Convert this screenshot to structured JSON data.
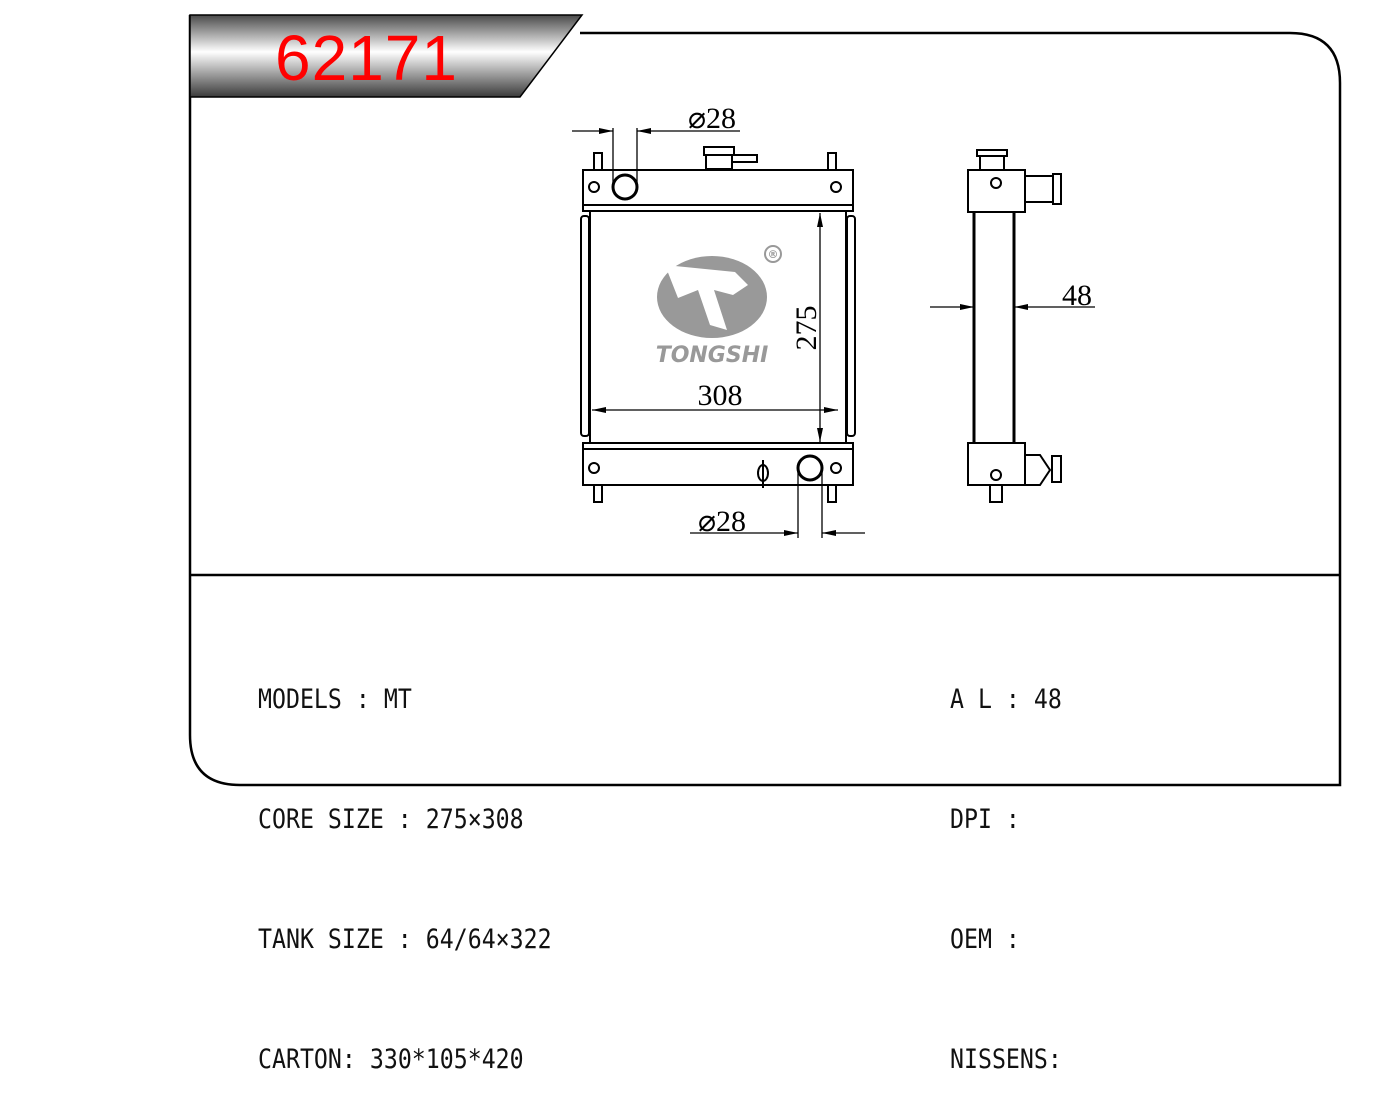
{
  "part_number": "62171",
  "drawing": {
    "inlet_diameter_label": "⌀28",
    "outlet_diameter_label": "⌀28",
    "core_height_label": "275",
    "core_width_label": "308",
    "thickness_label": "48",
    "brand": "TONGSHI",
    "registered_mark": "®"
  },
  "specs_left": [
    {
      "label": "MODELS",
      "sep": " : ",
      "value": "MT"
    },
    {
      "label": "CORE SIZE",
      "sep": " : ",
      "value": "275×308"
    },
    {
      "label": "TANK SIZE",
      "sep": " : ",
      "value": "64/64×322"
    },
    {
      "label": "CARTON",
      "sep": ": ",
      "value": "330*105*420"
    }
  ],
  "specs_right": [
    {
      "label": "A L",
      "sep": " : ",
      "value": "48"
    },
    {
      "label": "DPI",
      "sep": " : ",
      "value": ""
    },
    {
      "label": "OEM",
      "sep": " : ",
      "value": ""
    },
    {
      "label": "NISSENS",
      "sep": ":",
      "value": ""
    }
  ],
  "colors": {
    "title": "#ff0000",
    "logo": "#999999"
  }
}
